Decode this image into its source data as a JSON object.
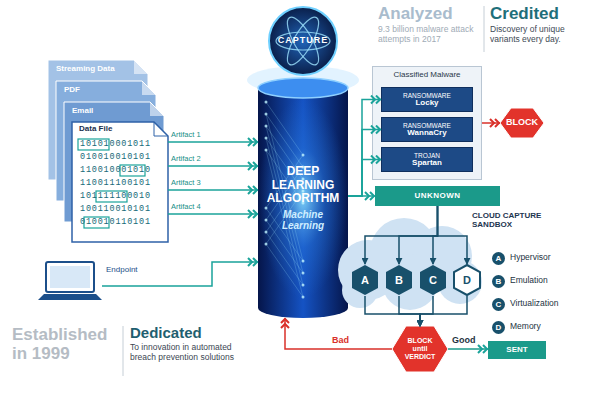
{
  "diagram": {
    "nodes": [
      {
        "text": [
          "Streaming Data"
        ]
      },
      {
        "text": [
          "PDF"
        ]
      },
      {
        "text": [
          "Email"
        ]
      },
      {
        "text": [
          "Data File"
        ]
      },
      {
        "text": [
          "Endpoint"
        ]
      },
      {
        "text": [
          "CAPTURE"
        ]
      },
      {
        "text": [
          "DEEP LEARNING ALGORITHM",
          "Machine Learning"
        ]
      },
      {
        "text": [
          "Classified Malware"
        ]
      },
      {
        "text": [
          "RANSOMWARE",
          "Locky"
        ],
        "in": 7
      },
      {
        "text": [
          "RANSOMWARE",
          "WannaCry"
        ],
        "in": 7
      },
      {
        "text": [
          "TROJAN",
          "Spartan"
        ],
        "in": 7
      },
      {
        "text": [
          "BLOCK"
        ]
      },
      {
        "text": [
          "UNKNOWN"
        ]
      },
      {
        "text": [
          "CLOUD CAPTURE SANDBOX"
        ]
      },
      {
        "text": [
          "A"
        ],
        "in": 13
      },
      {
        "text": [
          "B"
        ],
        "in": 13
      },
      {
        "text": [
          "C"
        ],
        "in": 13
      },
      {
        "text": [
          "D"
        ],
        "in": 13
      },
      {
        "text": [
          "BLOCK until VERDICT"
        ]
      },
      {
        "text": [
          "SENT"
        ]
      }
    ],
    "edges": [
      {
        "from": 3,
        "to": 6,
        "label": "Artifact 1",
        "arrow": "to"
      },
      {
        "from": 3,
        "to": 6,
        "label": "Artifact 2",
        "arrow": "to"
      },
      {
        "from": 3,
        "to": 6,
        "label": "Artifact 3",
        "arrow": "to"
      },
      {
        "from": 3,
        "to": 6,
        "label": "Artifact 4",
        "arrow": "to"
      },
      {
        "from": 4,
        "to": 6,
        "arrow": "to"
      },
      {
        "from": 6,
        "to": 8,
        "arrow": "to"
      },
      {
        "from": 6,
        "to": 9,
        "arrow": "to"
      },
      {
        "from": 6,
        "to": 10,
        "arrow": "to"
      },
      {
        "from": 6,
        "to": 12,
        "arrow": "to"
      },
      {
        "from": 7,
        "to": 11,
        "arrow": "to"
      },
      {
        "from": 12,
        "to": 14,
        "arrow": "to"
      },
      {
        "from": 12,
        "to": 15,
        "arrow": "to"
      },
      {
        "from": 12,
        "to": 16,
        "arrow": "to"
      },
      {
        "from": 12,
        "to": 17,
        "arrow": "to"
      },
      {
        "from": 14,
        "to": 18,
        "arrow": "to"
      },
      {
        "from": 15,
        "to": 18,
        "arrow": "to"
      },
      {
        "from": 16,
        "to": 18,
        "arrow": "to"
      },
      {
        "from": 17,
        "to": 18,
        "arrow": "to"
      },
      {
        "from": 18,
        "to": 6,
        "label": "Bad",
        "arrow": "to"
      },
      {
        "from": 18,
        "to": 19,
        "label": "Good",
        "arrow": "to"
      }
    ],
    "labels": [
      "Analyzed",
      "9.3 billion malware attack attempts in 2017",
      "Credited",
      "Discovery of unique variants every day.",
      "Established in 1999",
      "Dedicated",
      "To innovation in automated breach prevention solutions",
      "101010001011",
      "010010010101",
      "110010001010",
      "110011100101",
      "101111100010",
      "100110010101",
      "010010110101",
      "A",
      "B",
      "C",
      "D"
    ],
    "legend": [
      {
        "text": "Hypervisor"
      },
      {
        "text": "Emulation"
      },
      {
        "text": "Virtualization"
      },
      {
        "text": "Memory"
      }
    ]
  }
}
